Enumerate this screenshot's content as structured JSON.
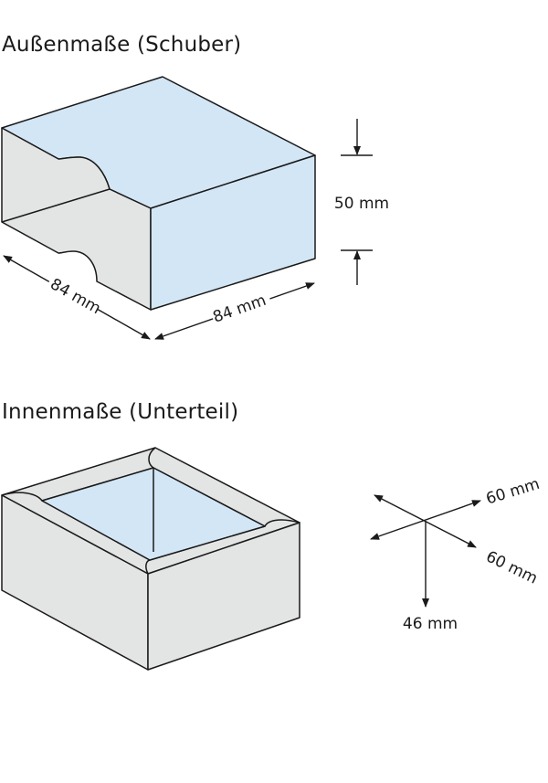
{
  "outer": {
    "title": "Außenmaße (Schuber)",
    "depth_label": "84 mm",
    "width_label": "84 mm",
    "height_label": "50 mm"
  },
  "inner": {
    "title": "Innenmaße (Unterteil)",
    "width_label": "60 mm",
    "depth_label": "60 mm",
    "height_label": "46 mm"
  },
  "colors": {
    "light_blue": "#d3e6f5",
    "light_gray": "#e3e5e4",
    "line": "#1a1a1a"
  }
}
